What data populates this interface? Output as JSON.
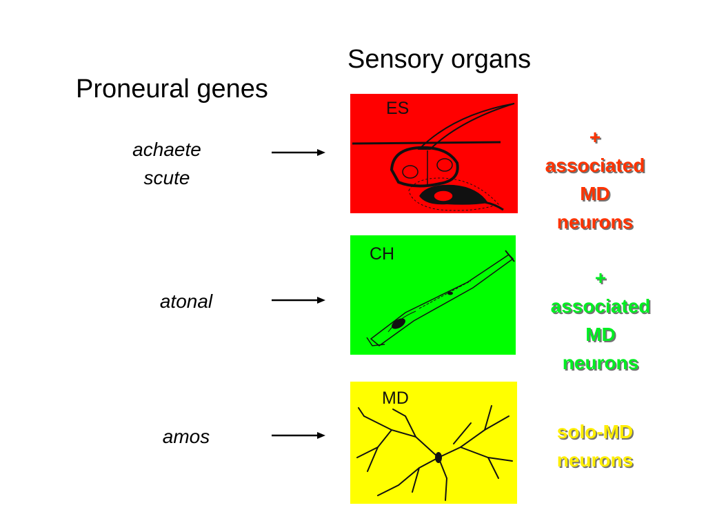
{
  "headings": {
    "sensory": "Sensory organs",
    "proneural": "Proneural genes"
  },
  "genes": [
    {
      "lines": [
        "achaete",
        "scute"
      ]
    },
    {
      "lines": [
        "atonal"
      ]
    },
    {
      "lines": [
        "amos"
      ]
    }
  ],
  "panels": [
    {
      "label": "ES",
      "color": "#ff0000"
    },
    {
      "label": "CH",
      "color": "#00ff00"
    },
    {
      "label": "MD",
      "color": "#ffff00"
    }
  ],
  "notes": [
    {
      "lines": [
        "+",
        "associated",
        "MD",
        "neurons"
      ],
      "color": "#ff3300"
    },
    {
      "lines": [
        "+",
        "associated",
        "MD",
        "neurons"
      ],
      "color": "#00ee22"
    },
    {
      "lines": [
        "solo-MD",
        "neurons"
      ],
      "color": "#ffee00"
    }
  ]
}
